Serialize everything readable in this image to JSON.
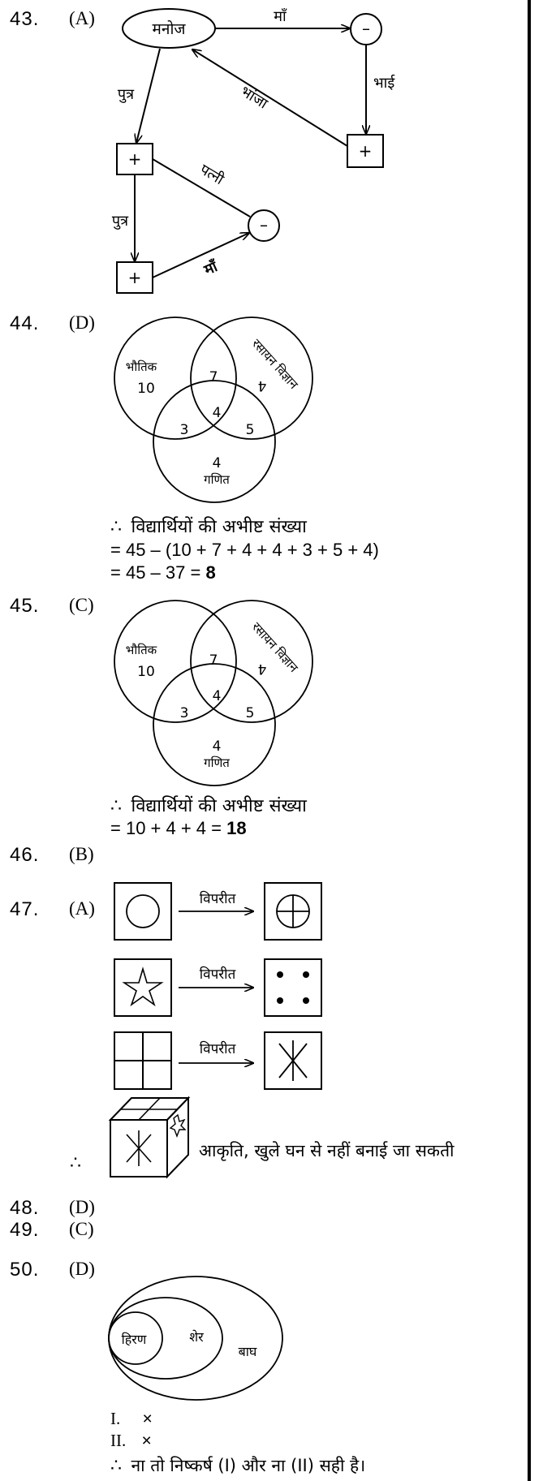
{
  "q43": {
    "number": "43.",
    "answer": "(A)",
    "nodes": {
      "manoj": "मनोज",
      "plus": "+",
      "minus": "–"
    },
    "edges": {
      "maa_top": "माँ",
      "bhai": "भाई",
      "bhanja": "भांजा",
      "putra1": "पुत्र",
      "patni": "पत्नी",
      "putra2": "पुत्र",
      "maa_bottom": "माँ"
    }
  },
  "q44": {
    "number": "44.",
    "answer": "(D)",
    "venn": {
      "label_physics": "भौतिक",
      "label_chemistry": "रसायन विज्ञान",
      "label_math": "गणित",
      "phys_only": "10",
      "phys_chem": "7",
      "chem_only": "4",
      "center": "4",
      "phys_math": "3",
      "chem_math": "5",
      "math_only": "4"
    },
    "sol_line1": "विद्यार्थियों की अभीष्ट संख्या",
    "sol_line2": "= 45 – (10 + 7 + 4 + 4 + 3 + 5 + 4)",
    "sol_line3_prefix": "= 45 – 37 = ",
    "sol_line3_result": "8"
  },
  "q45": {
    "number": "45.",
    "answer": "(C)",
    "venn": {
      "label_physics": "भौतिक",
      "label_chemistry": "रसायन विज्ञान",
      "label_math": "गणित",
      "phys_only": "10",
      "phys_chem": "7",
      "chem_only": "4",
      "center": "4",
      "phys_math": "3",
      "chem_math": "5",
      "math_only": "4"
    },
    "sol_line1": "विद्यार्थियों की अभीष्ट संख्या",
    "sol_line2_prefix": "= 10 + 4 + 4 = ",
    "sol_line2_result": "18"
  },
  "q46": {
    "number": "46.",
    "answer": "(B)"
  },
  "q47": {
    "number": "47.",
    "answer": "(A)",
    "opposite_label": "विपरीत",
    "conclusion": "आकृति, खुले घन से नहीं बनाई जा सकती"
  },
  "q48": {
    "number": "48.",
    "answer": "(D)"
  },
  "q49": {
    "number": "49.",
    "answer": "(C)"
  },
  "q50": {
    "number": "50.",
    "answer": "(D)",
    "labels": {
      "deer": "हिरण",
      "lion": "शेर",
      "tiger": "बाघ"
    },
    "item1_label": "I.",
    "item1_mark": "×",
    "item2_label": "II.",
    "item2_mark": "×",
    "conclusion": "ना तो निष्कर्ष (I) और ना (II) सही है।"
  },
  "therefore_symbol": "∴"
}
